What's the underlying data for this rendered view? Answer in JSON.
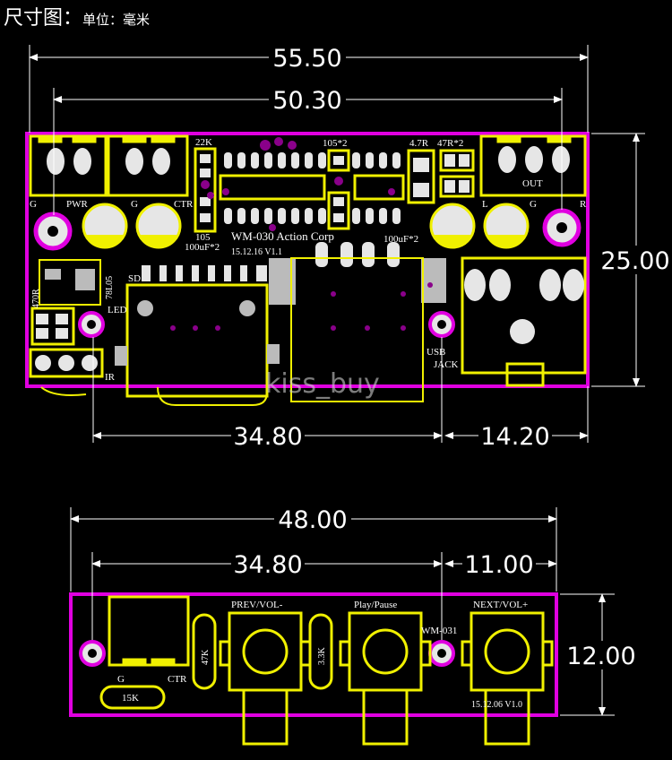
{
  "header": {
    "title": "尺寸图：",
    "units": "单位：毫米"
  },
  "colors": {
    "board_outline": "#e000e0",
    "silk": "#f0f000",
    "pad": "#e6e6e6",
    "via": "#8a008a",
    "dim": "#ffffff"
  },
  "dimensions": {
    "top_total": "55.50",
    "top_inner": "50.30",
    "top_height": "25.00",
    "top_left": "34.80",
    "top_right": "14.20",
    "bottom_total": "48.00",
    "bottom_left": "34.80",
    "bottom_right": "11.00",
    "bottom_height": "12.00"
  },
  "top_board": {
    "labels": {
      "pwr": "PWR",
      "g1": "G",
      "g2": "G",
      "ctr": "CTR",
      "r22k": "22K",
      "c105_left": "105",
      "c100uf_left": "100uF*2",
      "c105x2": "105*2",
      "r47": "4.7R",
      "r47x2": "47R*2",
      "out": "OUT",
      "l": "L",
      "g3": "G",
      "r": "R",
      "model": "WM-030 Action Corp",
      "version": "15.12.16 V1.1",
      "c100uf_right": "100uF*2",
      "r470": "470R",
      "reg": "78L05",
      "led": "LED",
      "sd": "SD",
      "usb": "USB",
      "jack": "JACK",
      "ir": "IR"
    },
    "watermark": "kiss_buy"
  },
  "bottom_board": {
    "labels": {
      "prev": "PREV/VOL-",
      "play": "Play/Pause",
      "next": "NEXT/VOL+",
      "r47k": "47K",
      "r33k": "3.3K",
      "model": "WM-031",
      "g": "G",
      "ctr": "CTR",
      "r15k": "15K",
      "version": "15.12.06 V1.0"
    }
  }
}
